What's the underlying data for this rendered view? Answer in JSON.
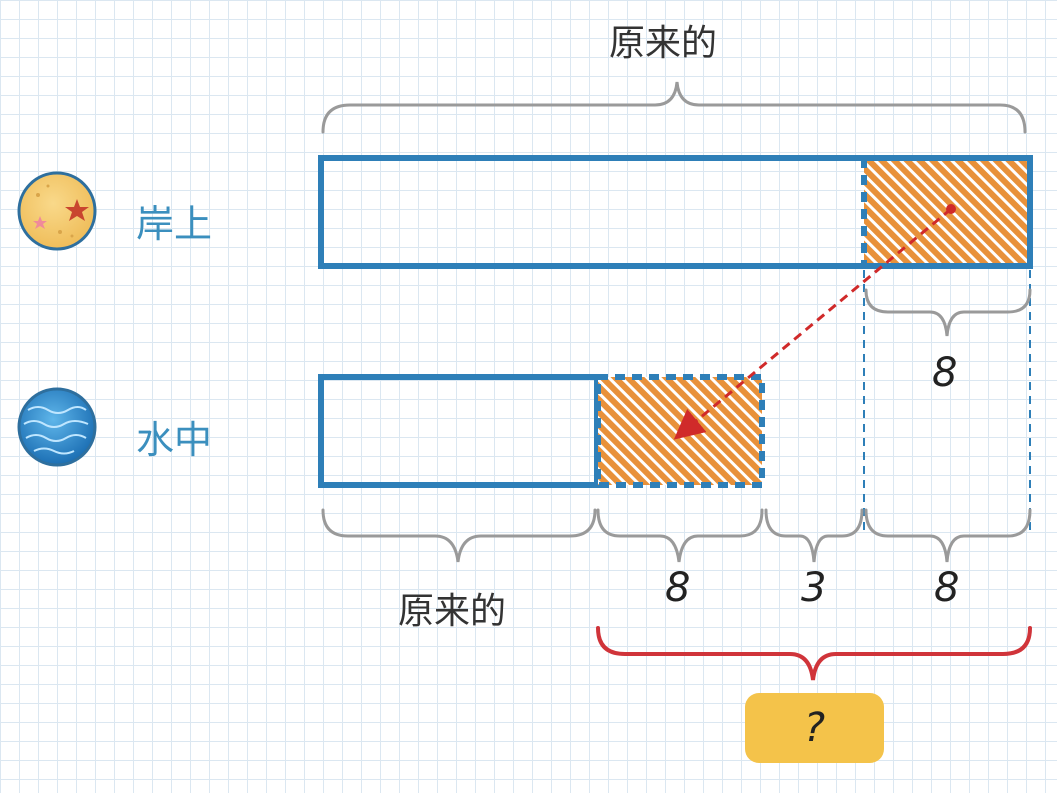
{
  "labels": {
    "top_original": "原来的",
    "shore": "岸上",
    "water": "水中",
    "bottom_original": "原来的",
    "transfer_top": "8",
    "transfer_bottom": "8",
    "gap": "3",
    "remainder": "8",
    "question": "?"
  },
  "icons": {
    "shore": "sand-starfish-icon",
    "water": "water-ripple-icon"
  },
  "colors": {
    "bar_border": "#2e7fb8",
    "hatch": "#e8913a",
    "arrow": "#d02a2a",
    "question_bg": "#f4c34a",
    "red_brace": "#d0343a"
  }
}
